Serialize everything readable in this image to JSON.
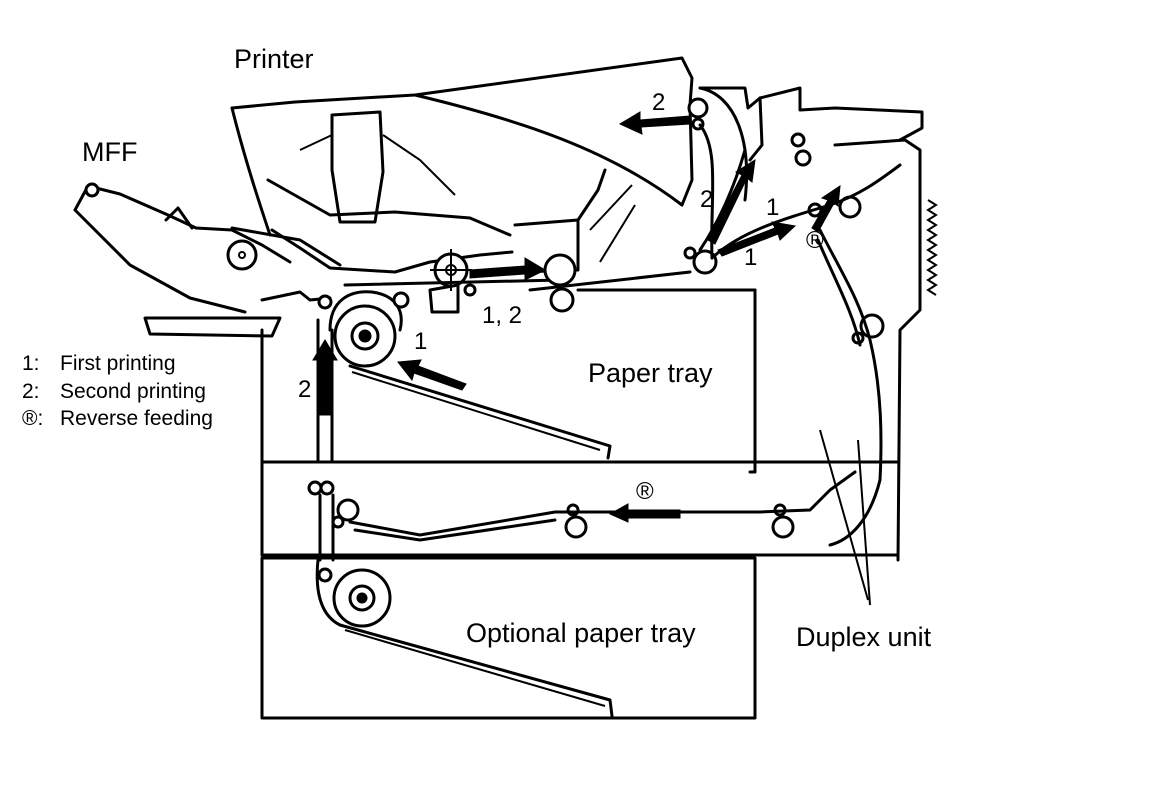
{
  "labels": {
    "printer": "Printer",
    "mff": "MFF",
    "paper_tray": "Paper tray",
    "optional_paper_tray": "Optional paper tray",
    "duplex_unit": "Duplex unit"
  },
  "legend": [
    {
      "key": "1:",
      "text": "First printing"
    },
    {
      "key": "2:",
      "text": "Second printing"
    },
    {
      "key": "®:",
      "text": "Reverse feeding"
    }
  ],
  "path_markers": {
    "one": "1",
    "two": "2",
    "one_two": "1, 2",
    "reverse": "®"
  }
}
